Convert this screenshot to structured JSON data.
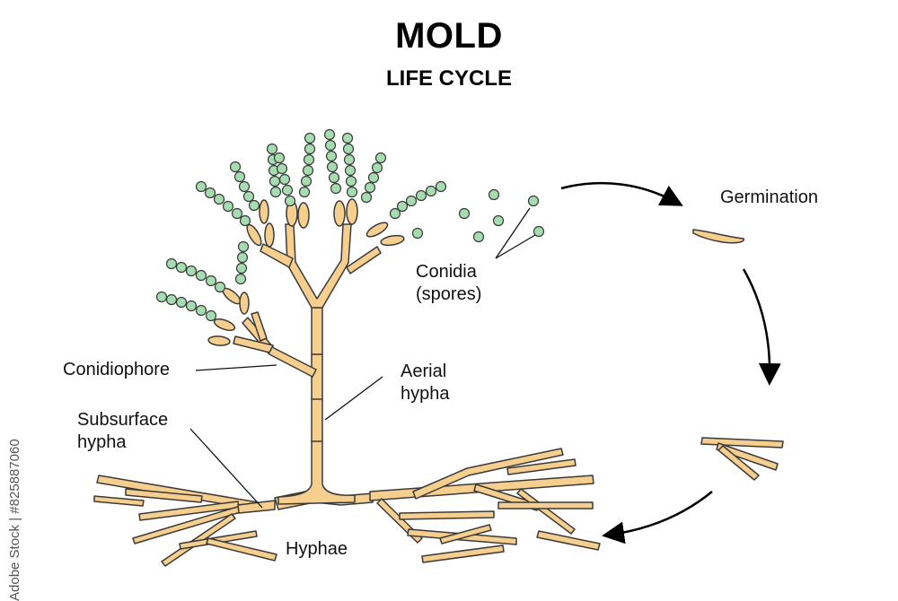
{
  "title": "MOLD",
  "subtitle": "LIFE CYCLE",
  "labels": {
    "germination": "Germination",
    "conidia_line1": "Conidia",
    "conidia_line2": "(spores)",
    "conidiophore": "Conidiophore",
    "aerial_line1": "Aerial",
    "aerial_line2": "hypha",
    "subsurface_line1": "Subsurface",
    "subsurface_line2": "hypha",
    "hyphae": "Hyphae"
  },
  "watermark": "Adobe Stock | #825887060",
  "colors": {
    "hypha_fill": "#f6cf8f",
    "spore_fill": "#a6ddb0",
    "outline": "#3a3a3a"
  }
}
